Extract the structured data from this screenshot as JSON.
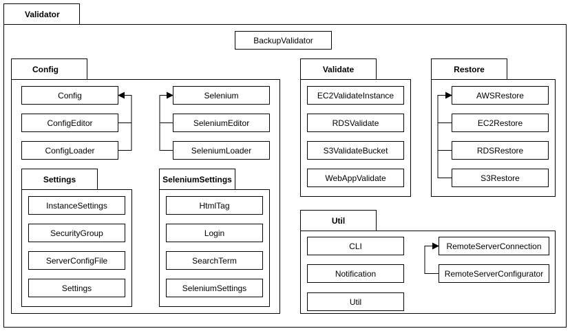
{
  "validator": {
    "title": "Validator",
    "main_class": "BackupValidator"
  },
  "config": {
    "title": "Config",
    "classes": [
      "Config",
      "ConfigEditor",
      "ConfigLoader"
    ],
    "selenium_classes": [
      "Selenium",
      "SeleniumEditor",
      "SeleniumLoader"
    ],
    "settings": {
      "title": "Settings",
      "classes": [
        "InstanceSettings",
        "SecurityGroup",
        "ServerConfigFile",
        "Settings"
      ]
    },
    "selenium_settings": {
      "title": "SeleniumSettings",
      "classes": [
        "HtmlTag",
        "Login",
        "SearchTerm",
        "SeleniumSettings"
      ]
    }
  },
  "validate": {
    "title": "Validate",
    "classes": [
      "EC2ValidateInstance",
      "RDSValidate",
      "S3ValidateBucket",
      "WebAppValidate"
    ]
  },
  "restore": {
    "title": "Restore",
    "classes": [
      "AWSRestore",
      "EC2Restore",
      "RDSRestore",
      "S3Restore"
    ]
  },
  "util": {
    "title": "Util",
    "classes": [
      "CLI",
      "Notification",
      "Util"
    ],
    "remote_classes": [
      "RemoteServerConnection",
      "RemoteServerConfigurator"
    ]
  }
}
